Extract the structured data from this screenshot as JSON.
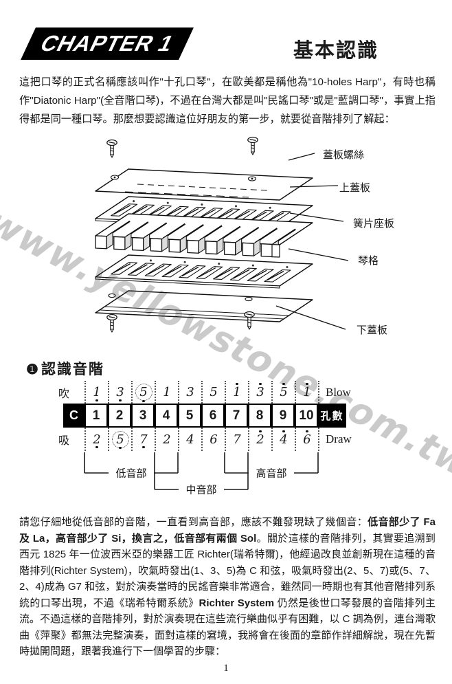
{
  "header": {
    "chapter": "CHAPTER 1",
    "title": "基本認識"
  },
  "intro_paragraph": "這把口琴的正式名稱應該叫作\"十孔口琴\"，在歐美都是稱他為\"10-holes Harp\"，有時也稱作\"Diatonic Harp\"(全音階口琴)，不過在台灣大都是叫\"民謠口琴\"或是\"藍調口琴\"，事實上指得都是同一種口琴。那麼想要認識這位好朋友的第一步，就要從音階排列了解起：",
  "watermark": "www.yellowstone.com.tw",
  "diagram": {
    "part_labels": [
      "蓋板螺絲",
      "上蓋板",
      "簧片座板",
      "琴格",
      "下蓋板"
    ]
  },
  "section": {
    "marker": "❶",
    "heading": "認識音階"
  },
  "scale_table": {
    "type": "table",
    "key": "C",
    "holes_header": "孔數",
    "blow_label": "吹",
    "blow_label_en": "Blow",
    "draw_label": "吸",
    "draw_label_en": "Draw",
    "holes": [
      "1",
      "2",
      "3",
      "4",
      "5",
      "6",
      "7",
      "8",
      "9",
      "10"
    ],
    "blow_notes": [
      {
        "value": "1",
        "octave": "low"
      },
      {
        "value": "3",
        "octave": "low"
      },
      {
        "value": "5",
        "octave": "low",
        "circled": true
      },
      {
        "value": "1",
        "octave": "mid"
      },
      {
        "value": "3",
        "octave": "mid"
      },
      {
        "value": "5",
        "octave": "mid"
      },
      {
        "value": "1",
        "octave": "high"
      },
      {
        "value": "3",
        "octave": "high"
      },
      {
        "value": "5",
        "octave": "high"
      },
      {
        "value": "1",
        "octave": "high"
      }
    ],
    "draw_notes": [
      {
        "value": "2",
        "octave": "low"
      },
      {
        "value": "5",
        "octave": "low",
        "circled": true
      },
      {
        "value": "7",
        "octave": "low"
      },
      {
        "value": "2",
        "octave": "mid"
      },
      {
        "value": "4",
        "octave": "mid"
      },
      {
        "value": "6",
        "octave": "mid"
      },
      {
        "value": "7",
        "octave": "mid"
      },
      {
        "value": "2",
        "octave": "high"
      },
      {
        "value": "4",
        "octave": "high"
      },
      {
        "value": "6",
        "octave": "high"
      }
    ],
    "registers": [
      {
        "label": "低音部",
        "from_hole": 1,
        "to_hole": 4,
        "level": 1
      },
      {
        "label": "中音部",
        "from_hole": 4,
        "to_hole": 7,
        "level": 2
      },
      {
        "label": "高音部",
        "from_hole": 7,
        "to_hole": 10,
        "level": 1
      }
    ]
  },
  "body_paragraph": [
    {
      "text": "請您仔細地從低音部的音階，一直看到高音部，應該不難發現缺了幾個音：",
      "bold": false
    },
    {
      "text": "低音部少了 Fa 及 La，高音部少了 Si，換言之，低音部有兩個 Sol",
      "bold": true
    },
    {
      "text": "。關於這樣的音階排列，其實要追溯到西元 1825 年一位波西米亞的樂器工匠 Richter(瑞希特爾)，他經過改良並創新現在這種的音階排列(Richter System)，吹氣時發出(1、3、5)為 C 和弦，吸氣時發出(2、5、7)或(5、7、2、4)成為 G7 和弦，對於演奏當時的民謠音樂非常適合，雖然同一時期也有其他音階排列系統的口琴出現，不過《瑞希特爾系統》",
      "bold": false
    },
    {
      "text": "Richter System",
      "bold": true
    },
    {
      "text": " 仍然是後世口琴發展的音階排列主流。不過這樣的音階排列，對於演奏現在這些流行樂曲似乎有困難，以 C 調為例，連台灣歌曲《萍聚》都無法完整演奏，面對這樣的窘境，我將會在後面的章節作詳細解說，現在先暫時拋開問題，跟著我進行下一個學習的步驟：",
      "bold": false
    }
  ],
  "page_number": "1"
}
